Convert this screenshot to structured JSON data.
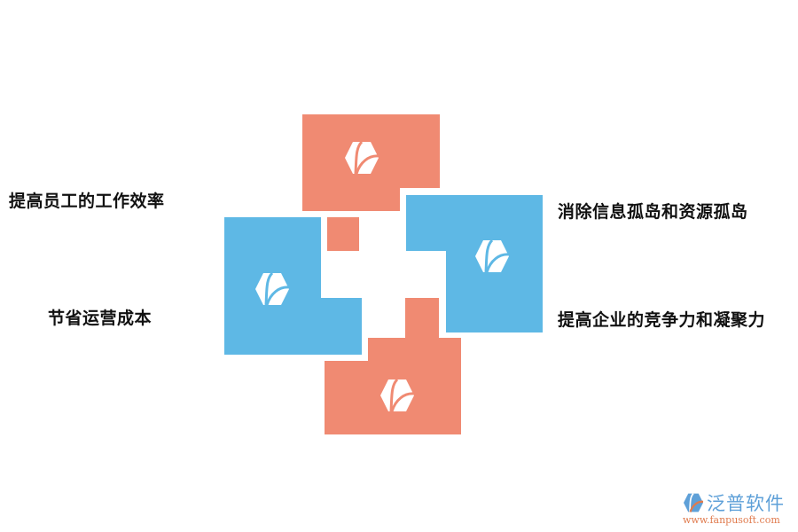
{
  "colors": {
    "salmon": "#F08A72",
    "blue": "#5EB8E5",
    "text": "#111111"
  },
  "labels": {
    "top_left": "提高员工的工作效率",
    "bottom_left": "节省运营成本",
    "top_right": "消除信息孤岛和资源孤岛",
    "bottom_right": "提高企业的竞争力和凝聚力"
  },
  "blocks": [
    {
      "name": "top",
      "color": "salmon",
      "icon": "fanpu-hexagon-icon"
    },
    {
      "name": "left",
      "color": "blue",
      "icon": "fanpu-hexagon-icon"
    },
    {
      "name": "right",
      "color": "blue",
      "icon": "fanpu-hexagon-icon"
    },
    {
      "name": "bottom",
      "color": "salmon",
      "icon": "fanpu-hexagon-icon"
    }
  ],
  "watermark": {
    "brand": "泛普软件",
    "url": "www.fanpusoft.com",
    "icon": "fanpu-logo-icon"
  }
}
